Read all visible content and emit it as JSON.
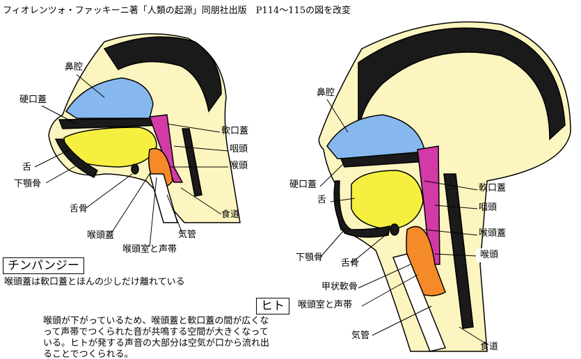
{
  "title": "フィオレンツォ・ファッキーニ著「人類の起源」同朋社出版　P114〜115の図を改変",
  "chimpanzee": {
    "name": "チンパンジー",
    "caption": "喉頭蓋は軟口蓋とほんの少しだけ離れている",
    "labels": {
      "nasal_cavity": "鼻腔",
      "hard_palate": "硬口蓋",
      "soft_palate": "軟口蓋",
      "pharynx": "咽頭",
      "larynx": "喉頭",
      "tongue": "舌",
      "mandible": "下顎骨",
      "hyoid": "舌骨",
      "esophagus": "食道",
      "epiglottis": "喉頭蓋",
      "trachea": "気管",
      "ventricle_vocal_cords": "喉頭室と声帯"
    }
  },
  "human": {
    "name": "ヒト",
    "caption": [
      "喉頭が下がっているため、喉頭蓋と軟口蓋の間が広くな",
      "って声帯でつくられた音が共鳴する空間が大きくなって",
      "いる。ヒトが発する声音の大部分は空気が口から流れ出",
      "ることでつくられる。"
    ],
    "labels": {
      "nasal_cavity": "鼻腔",
      "soft_palate": "軟口蓋",
      "hard_palate": "硬口蓋",
      "pharynx": "咽頭",
      "tongue": "舌",
      "epiglottis": "喉頭蓋",
      "larynx": "喉頭",
      "mandible": "下顎骨",
      "hyoid": "舌骨",
      "thyroid_cartilage": "甲状軟骨",
      "ventricle_vocal_cords": "喉頭室と声帯",
      "trachea": "気管",
      "esophagus": "食道"
    }
  },
  "colors": {
    "skin": "#fdf5c0",
    "nasal": "#86b8ee",
    "tongue": "#f5f040",
    "pharynx": "#d23aa5",
    "larynx": "#f58a28",
    "bone": "#1a1a1a"
  }
}
